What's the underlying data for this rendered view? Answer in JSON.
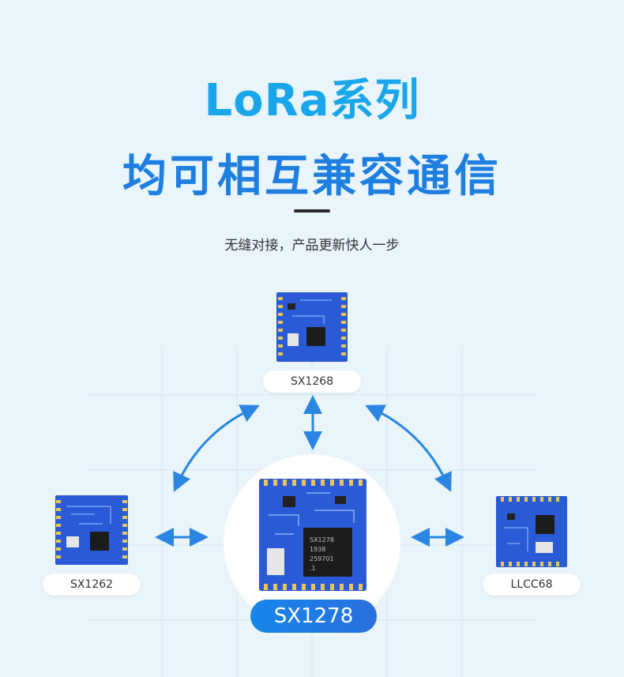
{
  "header": {
    "title_line1": "LoRa系列",
    "title_line2": "均可相互兼容通信",
    "subtitle": "无缝对接，产品更新快人一步"
  },
  "modules": {
    "top": {
      "label": "SX1268"
    },
    "left": {
      "label": "SX1262"
    },
    "right": {
      "label": "LLCC68"
    },
    "center": {
      "label": "SX1278",
      "chip_text": [
        "SX1278",
        "1938",
        "259701",
        ".1"
      ]
    }
  },
  "colors": {
    "title_light": "#1aa6ea",
    "title_dark": "#1e7fe0",
    "arrow": "#2a86e2",
    "pcb": "#2a5ad6",
    "background": "#e9f4fb"
  }
}
